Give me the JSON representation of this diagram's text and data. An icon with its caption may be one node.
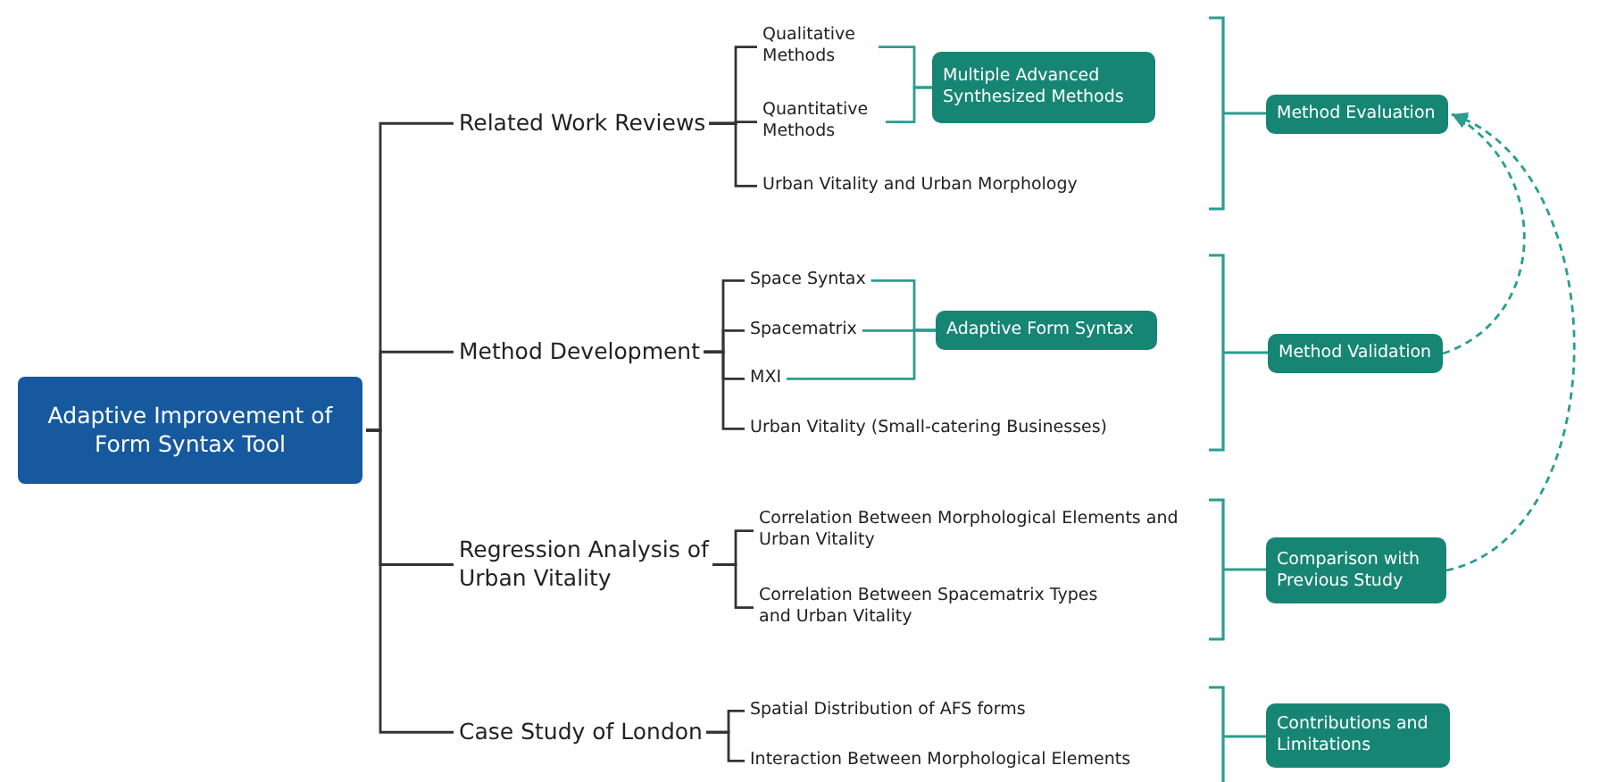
{
  "diagram": {
    "nodes": [
      {
        "text": [
          "Adaptive Improvement of Form Syntax Tool"
        ]
      },
      {
        "text": [
          "Related Work Reviews"
        ]
      },
      {
        "text": [
          "Qualitative Methods"
        ]
      },
      {
        "text": [
          "Quantitative Methods"
        ]
      },
      {
        "text": [
          "Urban Vitality and Urban Morphology"
        ]
      },
      {
        "text": [
          "Multiple Advanced Synthesized Methods"
        ]
      },
      {
        "text": [
          "Method Development"
        ]
      },
      {
        "text": [
          "Space Syntax"
        ]
      },
      {
        "text": [
          "Spacematrix"
        ]
      },
      {
        "text": [
          "MXI"
        ]
      },
      {
        "text": [
          "Urban Vitality (Small-catering Businesses)"
        ]
      },
      {
        "text": [
          "Adaptive Form Syntax"
        ]
      },
      {
        "text": [
          "Regression Analysis of Urban Vitality"
        ]
      },
      {
        "text": [
          "Correlation Between Morphological Elements and Urban Vitality"
        ]
      },
      {
        "text": [
          "Correlation Between Spacematrix Types and Urban Vitality"
        ]
      },
      {
        "text": [
          "Case Study of London"
        ]
      },
      {
        "text": [
          "Spatial Distribution of AFS forms"
        ]
      },
      {
        "text": [
          "Interaction Between Morphological Elements"
        ]
      },
      {
        "text": [
          "Method Evaluation"
        ]
      },
      {
        "text": [
          "Method Validation"
        ]
      },
      {
        "text": [
          "Comparison with Previous Study"
        ]
      },
      {
        "text": [
          "Contributions and Limitations"
        ]
      }
    ],
    "edges": [
      {
        "from": 0,
        "to": 1,
        "arrow": "none"
      },
      {
        "from": 0,
        "to": 6,
        "arrow": "none"
      },
      {
        "from": 0,
        "to": 12,
        "arrow": "none"
      },
      {
        "from": 0,
        "to": 15,
        "arrow": "none"
      },
      {
        "from": 1,
        "to": 2,
        "arrow": "none"
      },
      {
        "from": 1,
        "to": 3,
        "arrow": "none"
      },
      {
        "from": 1,
        "to": 4,
        "arrow": "none"
      },
      {
        "from": 6,
        "to": 7,
        "arrow": "none"
      },
      {
        "from": 6,
        "to": 8,
        "arrow": "none"
      },
      {
        "from": 6,
        "to": 9,
        "arrow": "none"
      },
      {
        "from": 6,
        "to": 10,
        "arrow": "none"
      },
      {
        "from": 12,
        "to": 13,
        "arrow": "none"
      },
      {
        "from": 12,
        "to": 14,
        "arrow": "none"
      },
      {
        "from": 15,
        "to": 16,
        "arrow": "none"
      },
      {
        "from": 15,
        "to": 17,
        "arrow": "none"
      },
      {
        "from": 2,
        "to": 5,
        "arrow": "none",
        "color": "#2a9d8f"
      },
      {
        "from": 3,
        "to": 5,
        "arrow": "none",
        "color": "#2a9d8f"
      },
      {
        "from": 7,
        "to": 11,
        "arrow": "none",
        "color": "#2a9d8f"
      },
      {
        "from": 8,
        "to": 11,
        "arrow": "none",
        "color": "#2a9d8f"
      },
      {
        "from": 9,
        "to": 11,
        "arrow": "none",
        "color": "#2a9d8f"
      },
      {
        "from": 19,
        "to": 18,
        "arrow": "to",
        "style": "dashed",
        "color": "#2a9d8f"
      },
      {
        "from": 20,
        "to": 18,
        "arrow": "to",
        "style": "dashed",
        "color": "#2a9d8f"
      }
    ]
  }
}
